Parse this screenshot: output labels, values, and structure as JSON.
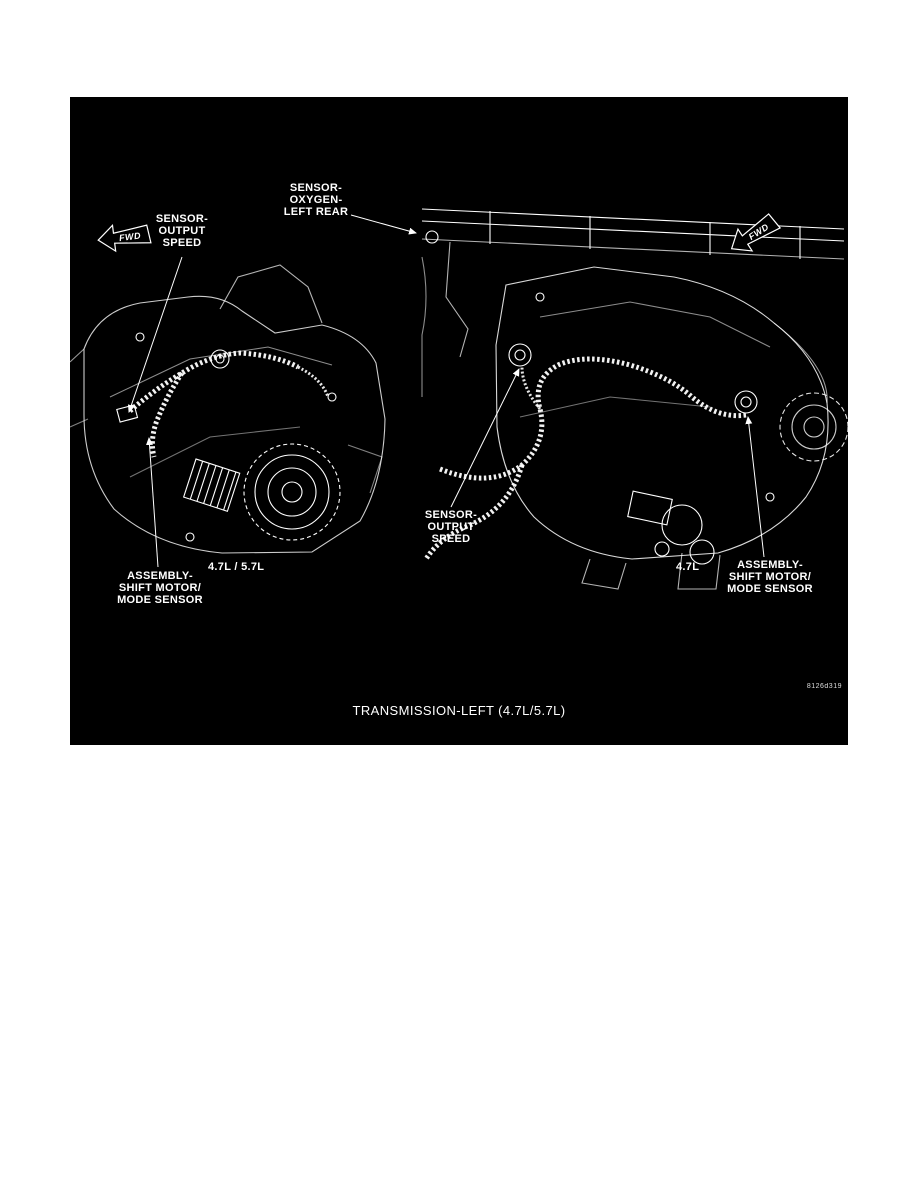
{
  "figure": {
    "caption": "TRANSMISSION-LEFT  (4.7L/5.7L)",
    "code": "8126d319",
    "colors": {
      "background": "#000000",
      "line_art": "#ffffff",
      "page": "#ffffff"
    }
  },
  "callouts": {
    "fwd_left": "FWD",
    "fwd_right": "FWD",
    "sensor_output_speed_left": "SENSOR-\nOUTPUT\nSPEED",
    "sensor_oxygen_left_rear": "SENSOR-\nOXYGEN-\nLEFT REAR",
    "assembly_shift_left": "ASSEMBLY-\nSHIFT MOTOR/\nMODE SENSOR",
    "sensor_output_speed_center": "SENSOR-\nOUTPUT\nSPEED",
    "assembly_shift_right": "ASSEMBLY-\nSHIFT MOTOR/\nMODE SENSOR",
    "engine_left": "4.7L / 5.7L",
    "engine_right": "4.7L"
  }
}
